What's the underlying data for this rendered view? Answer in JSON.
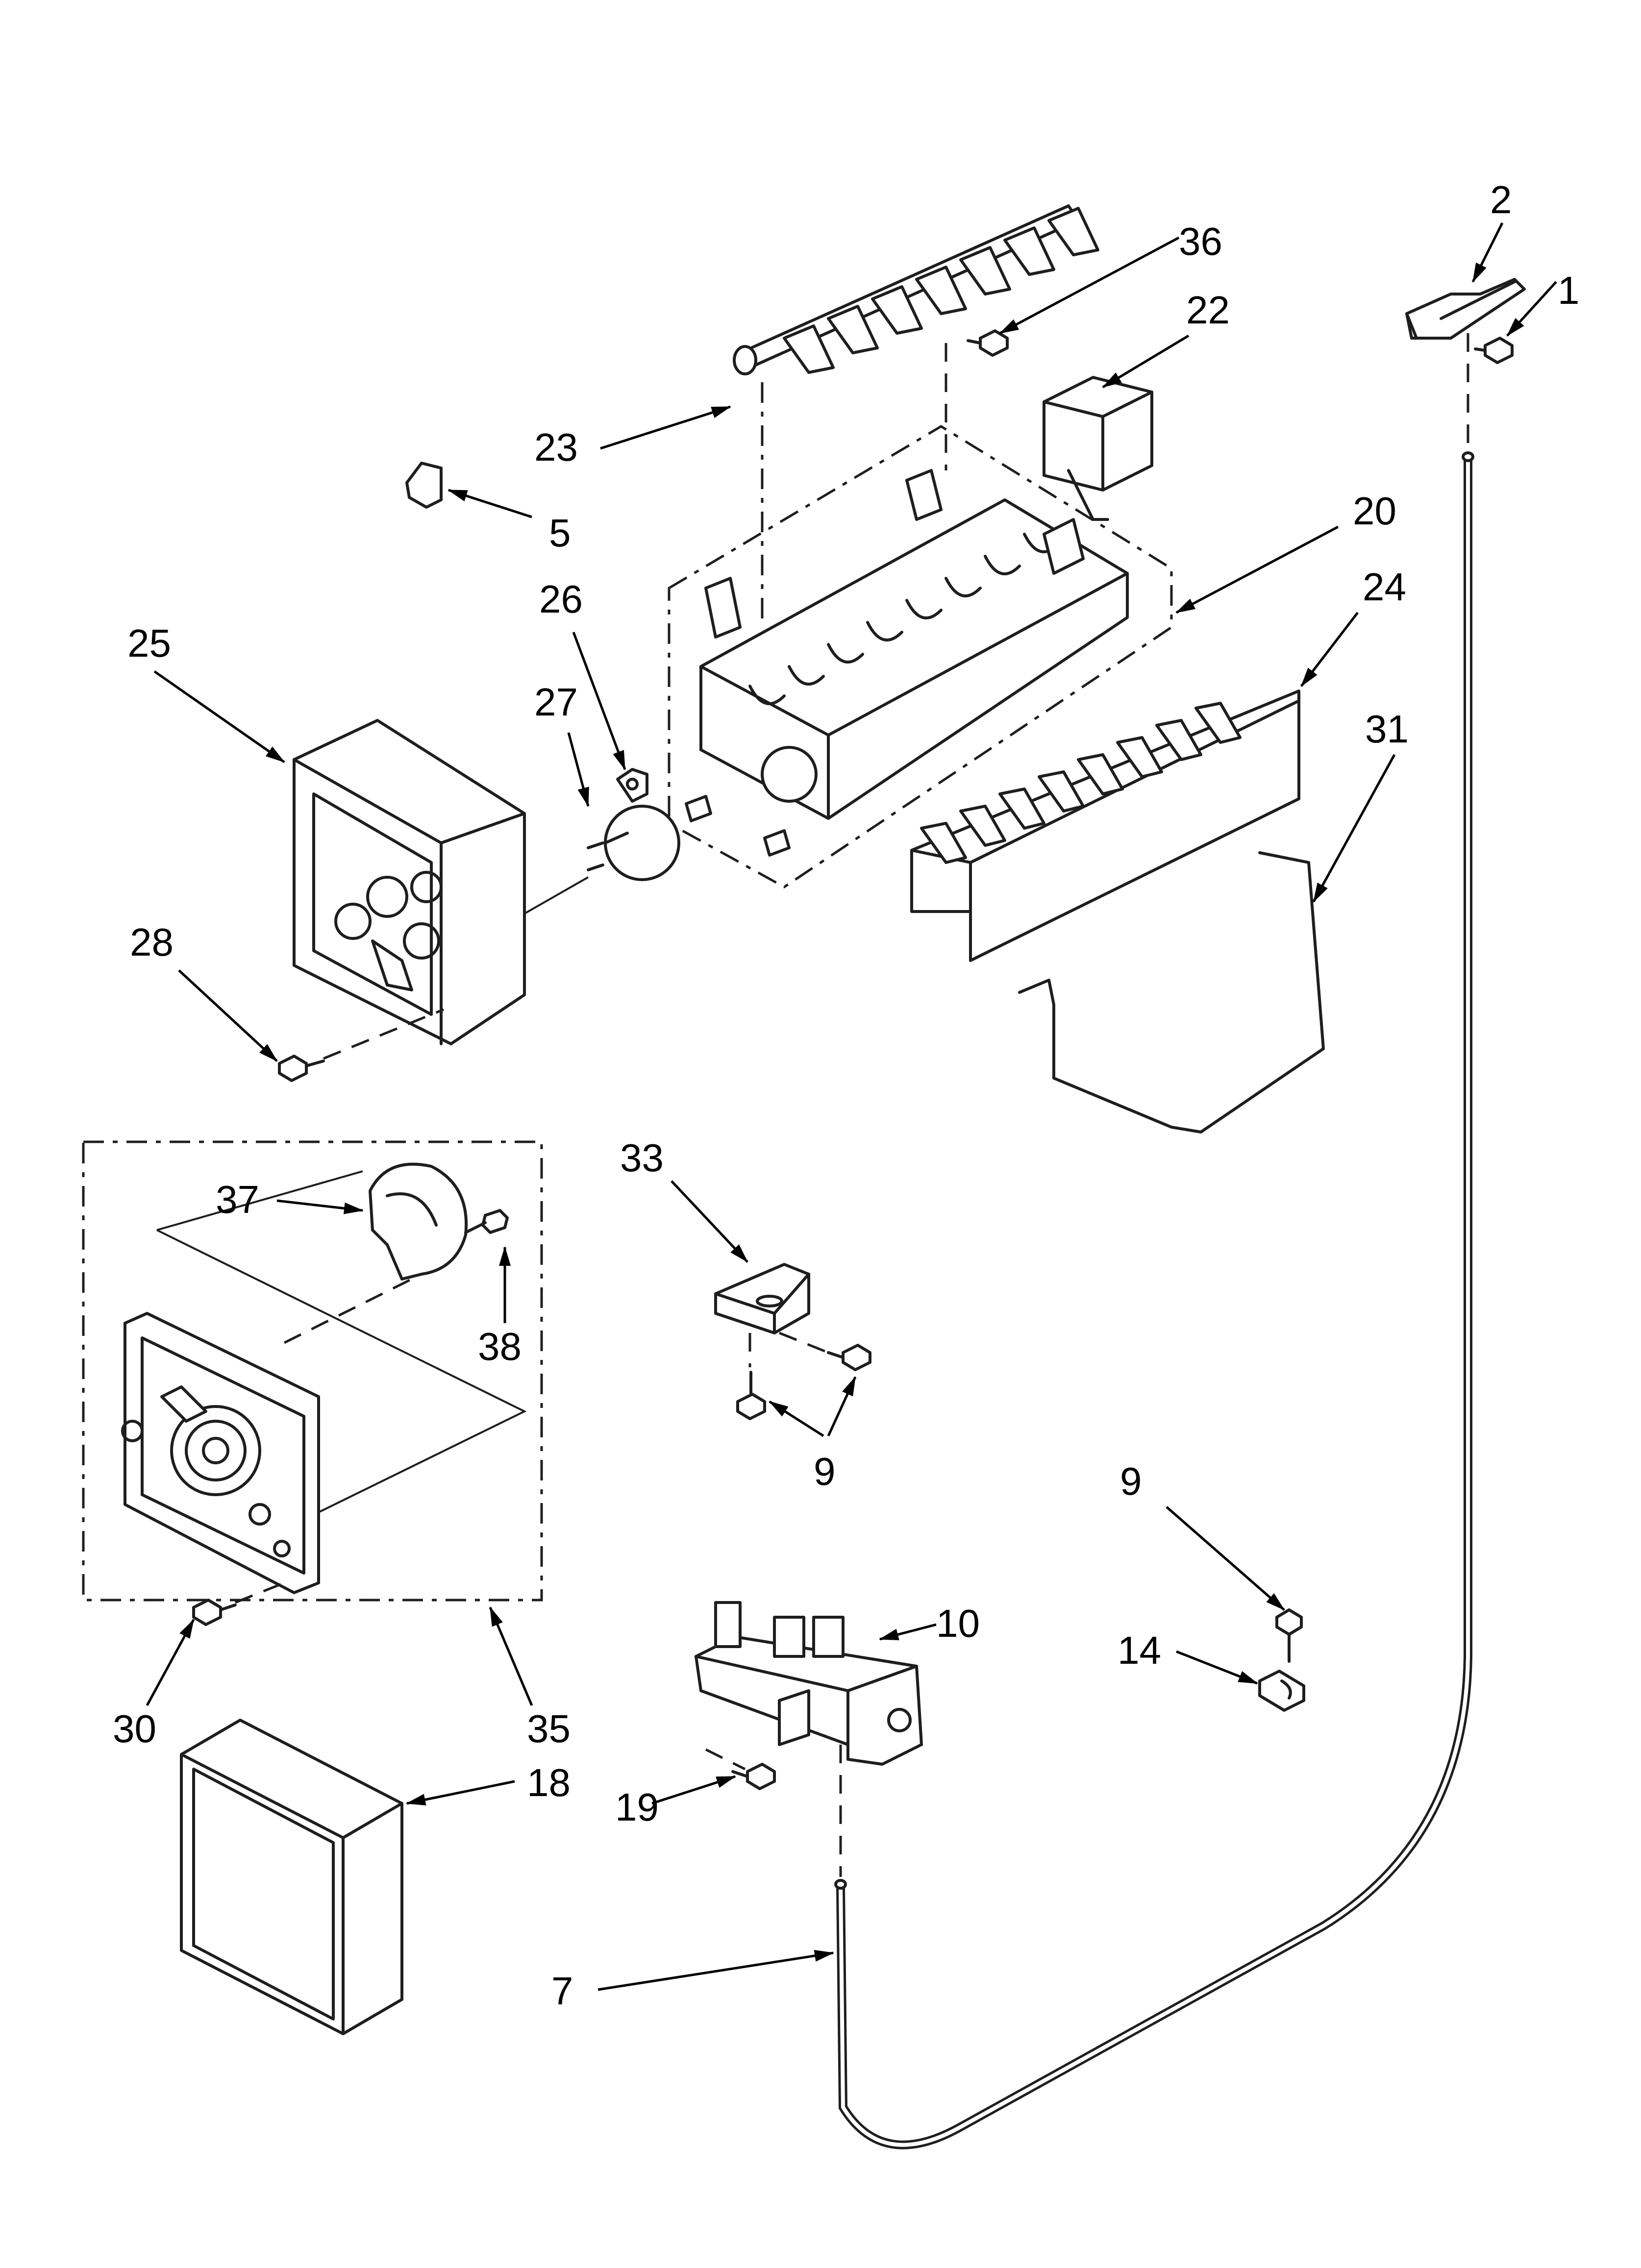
{
  "callouts": {
    "c1": "1",
    "c2": "2",
    "c5": "5",
    "c7": "7",
    "c9a": "9",
    "c9b": "9",
    "c10": "10",
    "c14": "14",
    "c18": "18",
    "c19": "19",
    "c20": "20",
    "c22": "22",
    "c23": "23",
    "c24": "24",
    "c25": "25",
    "c26": "26",
    "c27": "27",
    "c28": "28",
    "c30": "30",
    "c31": "31",
    "c33": "33",
    "c35": "35",
    "c36": "36",
    "c37": "37",
    "c38": "38"
  }
}
